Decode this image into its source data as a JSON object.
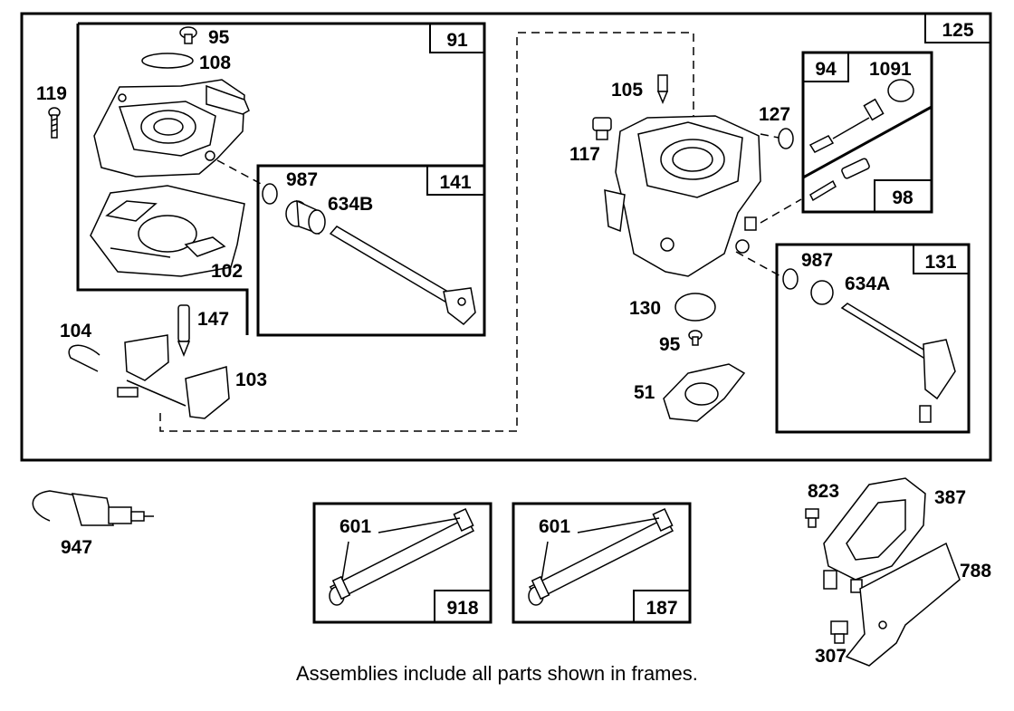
{
  "frames": {
    "f125": "125",
    "f91": "91",
    "f141": "141",
    "f94": "94",
    "f98": "98",
    "f131": "131",
    "f918": "918",
    "f187": "187"
  },
  "parts": {
    "p95a": "95",
    "p108": "108",
    "p119": "119",
    "p987a": "987",
    "p634B": "634B",
    "p102": "102",
    "p147": "147",
    "p104": "104",
    "p103": "103",
    "p105": "105",
    "p117": "117",
    "p127": "127",
    "p1091": "1091",
    "p987b": "987",
    "p634A": "634A",
    "p130": "130",
    "p95b": "95",
    "p51": "51",
    "p947": "947",
    "p601a": "601",
    "p601b": "601",
    "p823": "823",
    "p387": "387",
    "p788": "788",
    "p307": "307"
  },
  "note": "Assemblies include all parts shown in frames."
}
